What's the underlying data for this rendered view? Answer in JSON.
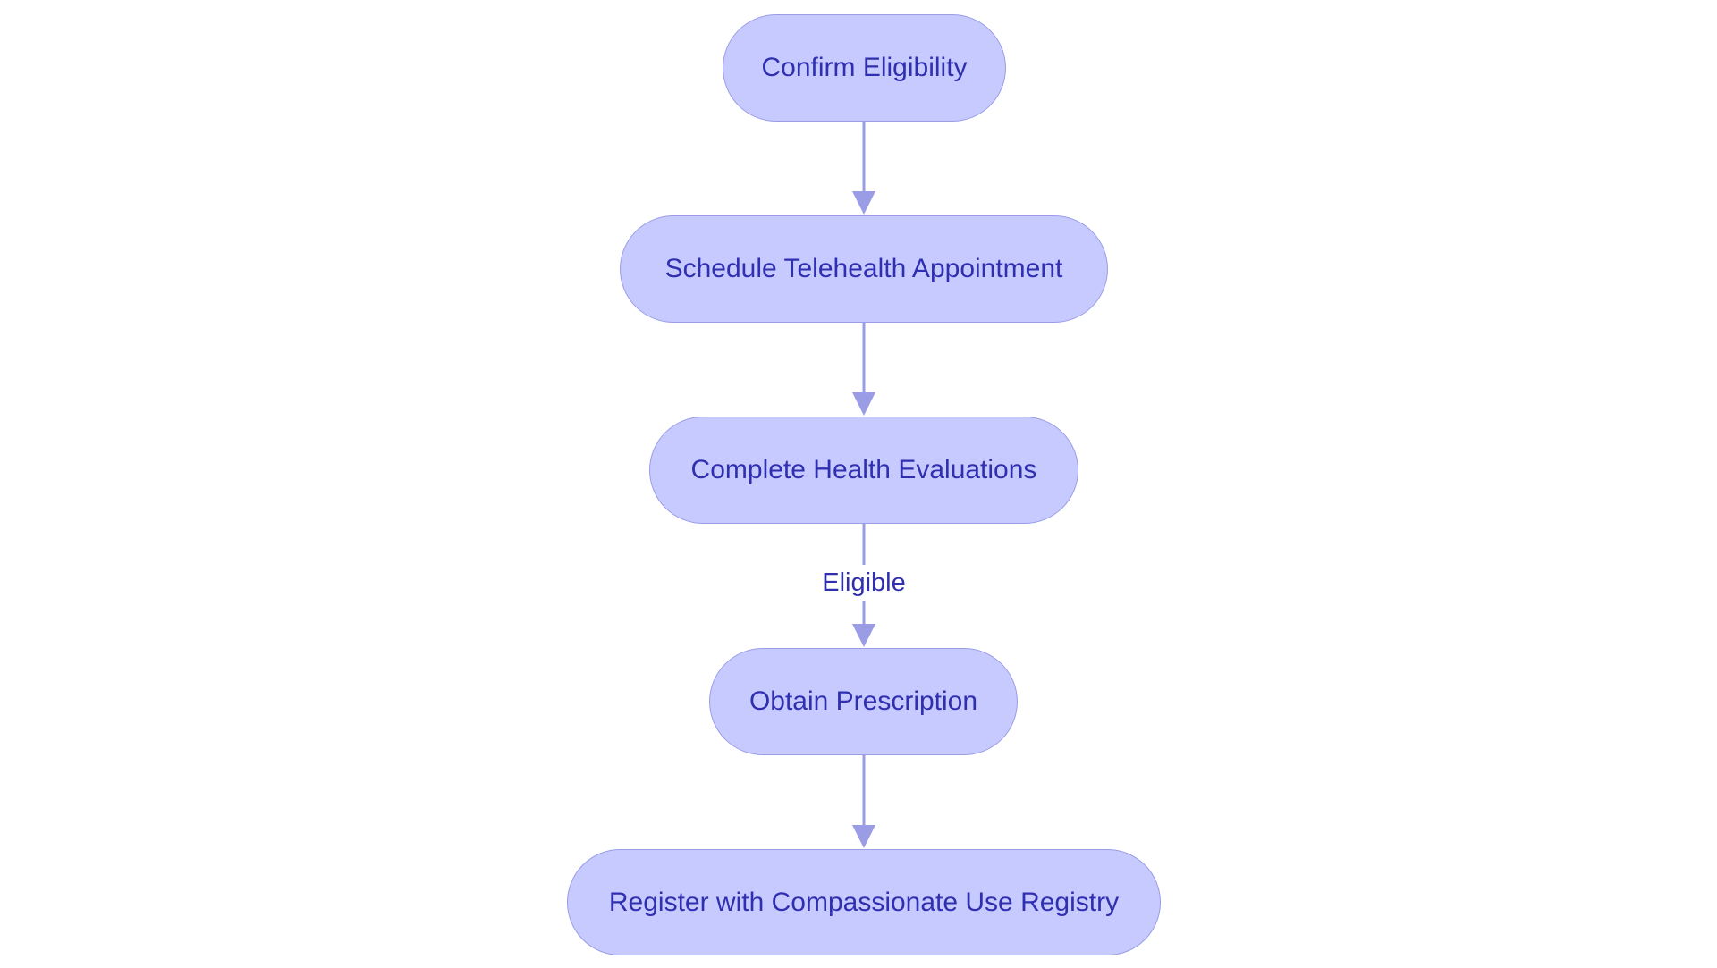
{
  "colors": {
    "node_fill": "#c7caff",
    "node_stroke": "#9a9de6",
    "text": "#2f2fb0",
    "edge": "#9a9de6",
    "background": "#ffffff"
  },
  "nodes": [
    {
      "id": "confirm-eligibility",
      "label": "Confirm Eligibility"
    },
    {
      "id": "schedule-telehealth-appointment",
      "label": "Schedule Telehealth Appointment"
    },
    {
      "id": "complete-health-evaluations",
      "label": "Complete Health Evaluations"
    },
    {
      "id": "obtain-prescription",
      "label": "Obtain Prescription"
    },
    {
      "id": "register-with-compassionate-use-registry",
      "label": "Register with Compassionate Use Registry"
    }
  ],
  "edges": [
    {
      "from": "confirm-eligibility",
      "to": "schedule-telehealth-appointment",
      "label": ""
    },
    {
      "from": "schedule-telehealth-appointment",
      "to": "complete-health-evaluations",
      "label": ""
    },
    {
      "from": "complete-health-evaluations",
      "to": "obtain-prescription",
      "label": "Eligible"
    },
    {
      "from": "obtain-prescription",
      "to": "register-with-compassionate-use-registry",
      "label": ""
    }
  ]
}
